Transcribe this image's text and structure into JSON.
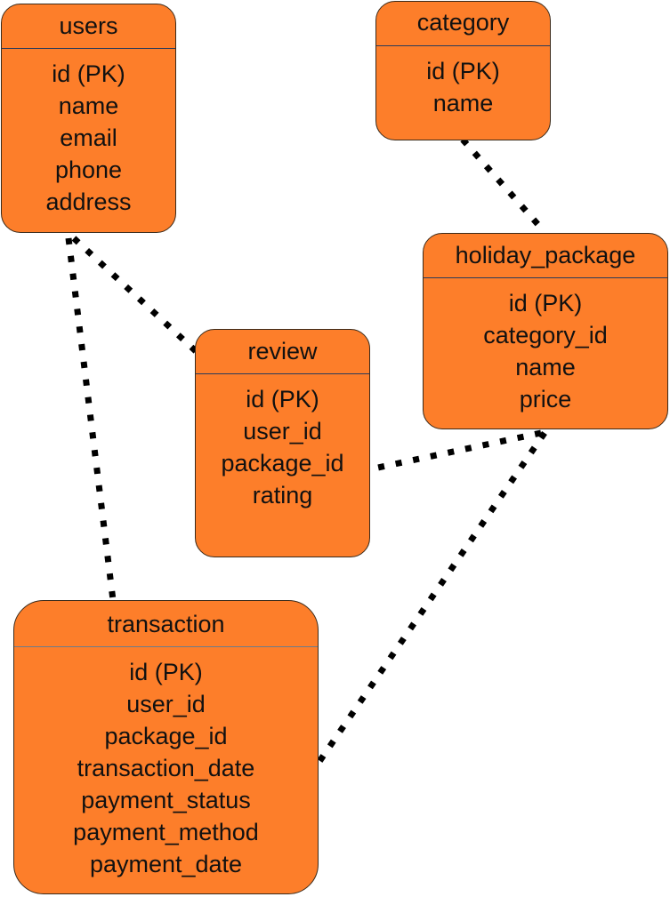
{
  "diagram": {
    "entities": [
      {
        "key": "users",
        "title": "users",
        "fields": [
          "id (PK)",
          "name",
          "email",
          "phone",
          "address"
        ]
      },
      {
        "key": "category",
        "title": "category",
        "fields": [
          "id (PK)",
          "name"
        ]
      },
      {
        "key": "holiday_package",
        "title": "holiday_package",
        "fields": [
          "id (PK)",
          "category_id",
          "name",
          "price"
        ]
      },
      {
        "key": "review",
        "title": "review",
        "fields": [
          "id (PK)",
          "user_id",
          "package_id",
          "rating"
        ]
      },
      {
        "key": "transaction",
        "title": "transaction",
        "fields": [
          "id (PK)",
          "user_id",
          "package_id",
          "transaction_date",
          "payment_status",
          "payment_method",
          "payment_date"
        ]
      }
    ],
    "relationships": [
      {
        "from": "category",
        "to": "holiday_package",
        "style": "dotted"
      },
      {
        "from": "users",
        "to": "review",
        "style": "dotted"
      },
      {
        "from": "users",
        "to": "transaction",
        "style": "dotted"
      },
      {
        "from": "holiday_package",
        "to": "review",
        "style": "dotted"
      },
      {
        "from": "holiday_package",
        "to": "transaction",
        "style": "dotted"
      }
    ],
    "colors": {
      "entity_fill": "#fd7e2a",
      "entity_border": "#3a2a1a",
      "text": "#111111",
      "connector": "#000000"
    }
  }
}
